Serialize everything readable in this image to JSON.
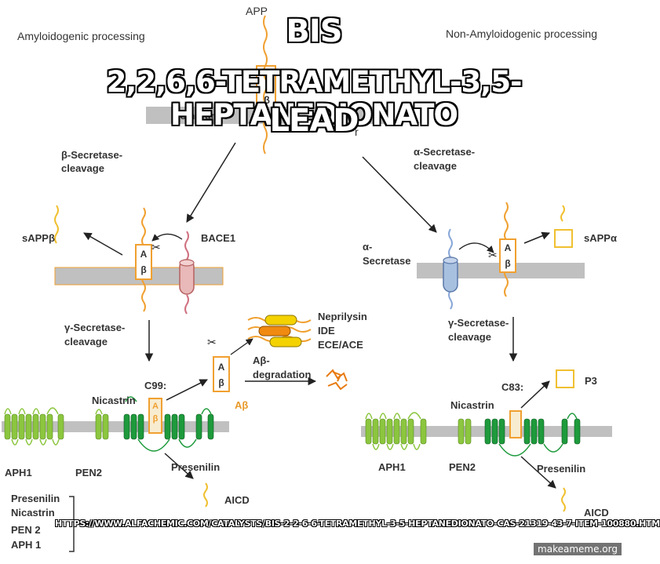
{
  "header": {
    "left_title": "Amyloidogenic processing",
    "right_title": "Non-Amyloidogenic processing",
    "app": "APP",
    "membrane": "membrance",
    "beta": "β",
    "frag_r1": "r",
    "frag_r2": "r"
  },
  "left": {
    "beta_secretase_cleavage": [
      "β-Secretase-",
      "cleavage"
    ],
    "sappb": "sAPPβ",
    "bace1": "BACE1",
    "ab_box": [
      "A",
      "β"
    ],
    "gamma_cleavage": [
      "γ-Secretase-",
      "cleavage"
    ],
    "c99": "C99:",
    "nicastrin": "Nicastrin",
    "presenilin": "Presenilin",
    "aph1": "APH1",
    "pen2": "PEN2",
    "aicd": "AICD"
  },
  "middle": {
    "enzymes": [
      "Neprilysin",
      "IDE",
      "ECE/ACE"
    ],
    "degradation": [
      "Aβ-",
      "degradation"
    ],
    "abeta": "Aβ",
    "ab_box": [
      "A",
      "β"
    ]
  },
  "right": {
    "alpha_cleavage": [
      "α-Secretase-",
      "cleavage"
    ],
    "alpha_secretase": [
      "α-",
      "Secretase"
    ],
    "sappa": "sAPPα",
    "ab_box": [
      "A",
      "β"
    ],
    "gamma_cleavage": [
      "γ-Secretase-",
      "cleavage"
    ],
    "c83": "C83:",
    "p3": "P3",
    "nicastrin": "Nicastrin",
    "presenilin": "Presenilin",
    "aph1": "APH1",
    "pen2": "PEN2",
    "aicd": "AICD"
  },
  "legend": {
    "items": [
      "Presenilin",
      "Nicastrin",
      "PEN 2",
      "APH 1"
    ]
  },
  "meme": {
    "line1": "BIS",
    "line2": "2,2,6,6-TETRAMETHYL-3,5-HEPTANEDIONATO",
    "line3": "LEAD",
    "url": "HTTPS://WWW.ALFACHEMIC.COM/CATALYSTS/BIS-2-2-6-6-TETRAMETHYL-3-5-HEPTANEDIONATO-CAS-21319-43-7-ITEM-100880.HTM",
    "watermark": "makeameme.org"
  },
  "colors": {
    "membrane": "#c0c0c0",
    "app_orange": "#f0a030",
    "bace_fill": "#e9b8b8",
    "bace_stroke": "#b56060",
    "alpha_fill": "#a8c0e0",
    "alpha_stroke": "#5a78a8",
    "light_green": "#8cc63f",
    "dark_green": "#1e9a3c",
    "text": "#333333"
  }
}
